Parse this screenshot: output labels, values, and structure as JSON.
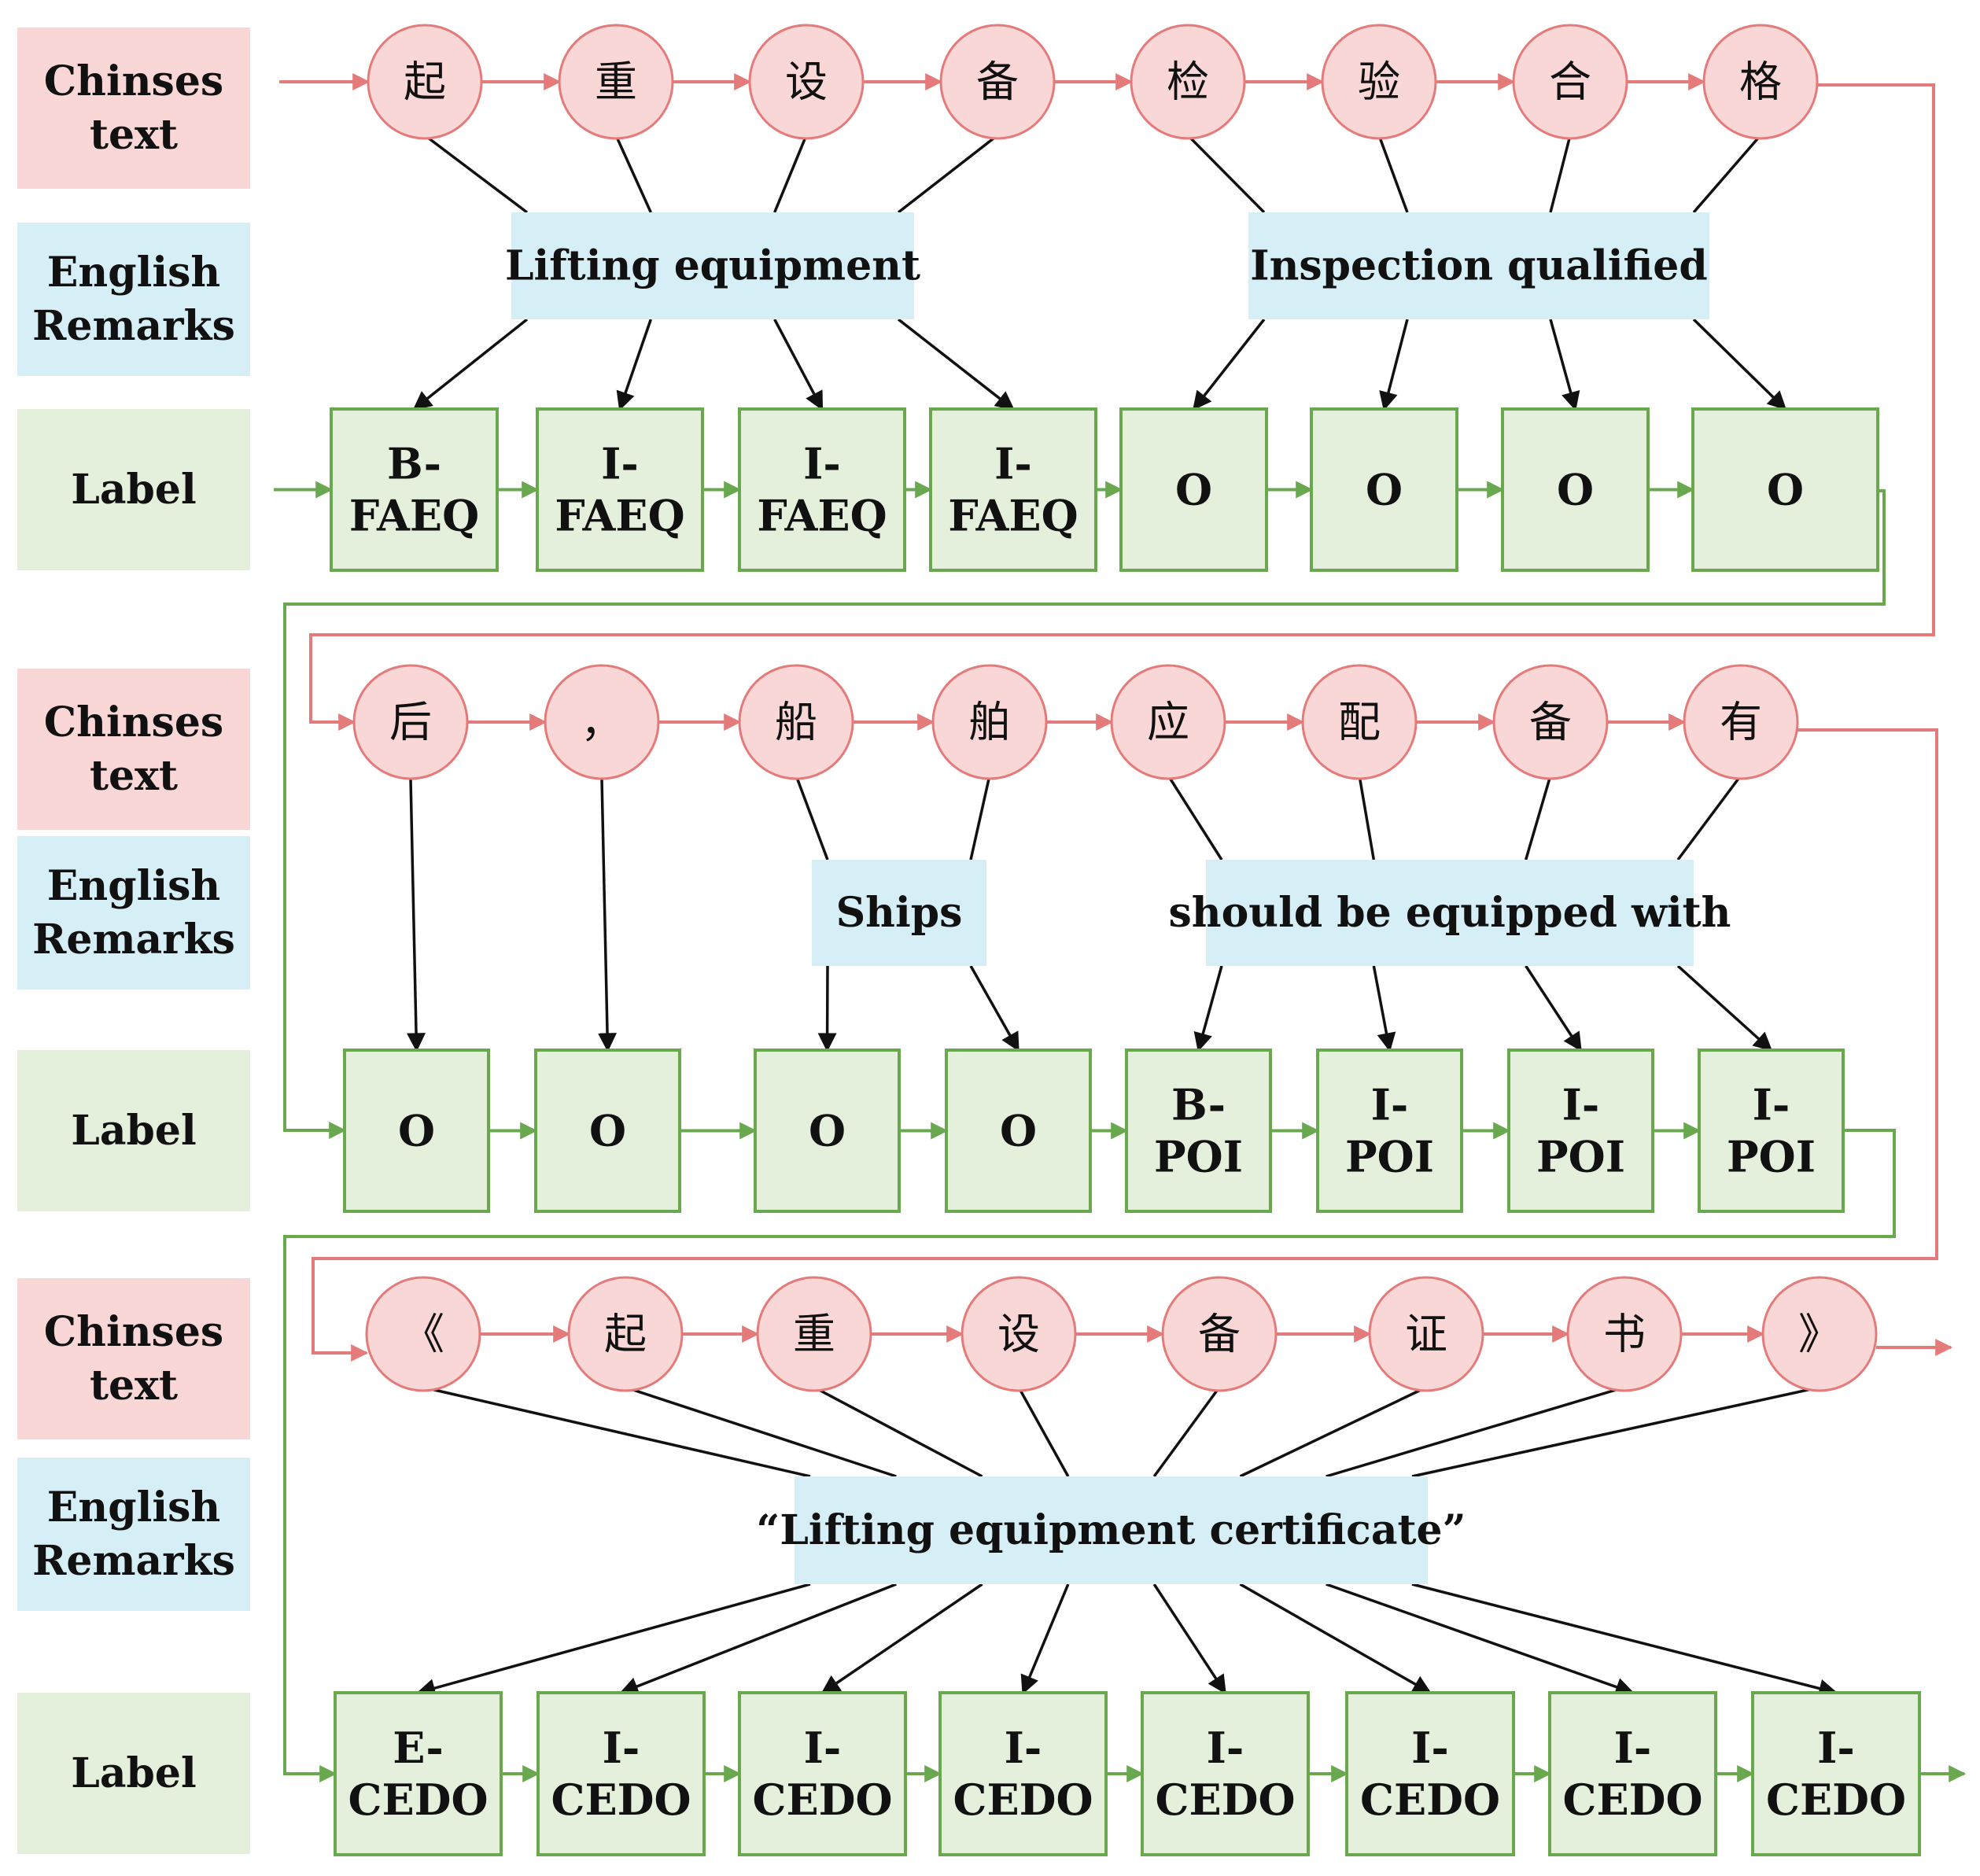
{
  "row_headers": {
    "chinese": [
      "Chinses",
      "text"
    ],
    "english": [
      "English",
      "Remarks"
    ],
    "label": "Label"
  },
  "colors": {
    "chinese_fill": "#f9d7d6",
    "chinese_stroke": "#e47a7a",
    "remark_fill": "#d6eef5",
    "label_fill": "#e5f0dc",
    "label_stroke": "#6aa84f",
    "edge": "#111111"
  },
  "rows": [
    {
      "chars": [
        "起",
        "重",
        "设",
        "备",
        "检",
        "验",
        "合",
        "格"
      ],
      "remarks": [
        {
          "text": "Lifting equipment",
          "chars": [
            0,
            1,
            2,
            3
          ]
        },
        {
          "text": "Inspection qualified",
          "chars": [
            4,
            5,
            6,
            7
          ]
        }
      ],
      "labels": [
        [
          "B-",
          "FAEQ"
        ],
        [
          "I-",
          "FAEQ"
        ],
        [
          "I-",
          "FAEQ"
        ],
        [
          "I-",
          "FAEQ"
        ],
        [
          "O"
        ],
        [
          "O"
        ],
        [
          "O"
        ],
        [
          "O"
        ]
      ]
    },
    {
      "chars": [
        "后",
        "，",
        "船",
        "舶",
        "应",
        "配",
        "备",
        "有"
      ],
      "remarks": [
        {
          "text": "Ships",
          "chars": [
            2,
            3
          ]
        },
        {
          "text": "should be equipped with",
          "chars": [
            4,
            5,
            6,
            7
          ]
        }
      ],
      "labels": [
        [
          "O"
        ],
        [
          "O"
        ],
        [
          "O"
        ],
        [
          "O"
        ],
        [
          "B-",
          "POI"
        ],
        [
          "I-",
          "POI"
        ],
        [
          "I-",
          "POI"
        ],
        [
          "I-",
          "POI"
        ]
      ]
    },
    {
      "chars": [
        "《",
        "起",
        "重",
        "设",
        "备",
        "证",
        "书",
        "》"
      ],
      "remarks": [
        {
          "text": "“Lifting equipment certificate”",
          "chars": [
            0,
            1,
            2,
            3,
            4,
            5,
            6,
            7
          ]
        }
      ],
      "labels": [
        [
          "E-",
          "CEDO"
        ],
        [
          "I-",
          "CEDO"
        ],
        [
          "I-",
          "CEDO"
        ],
        [
          "I-",
          "CEDO"
        ],
        [
          "I-",
          "CEDO"
        ],
        [
          "I-",
          "CEDO"
        ],
        [
          "I-",
          "CEDO"
        ],
        [
          "I-",
          "CEDO"
        ]
      ]
    }
  ]
}
